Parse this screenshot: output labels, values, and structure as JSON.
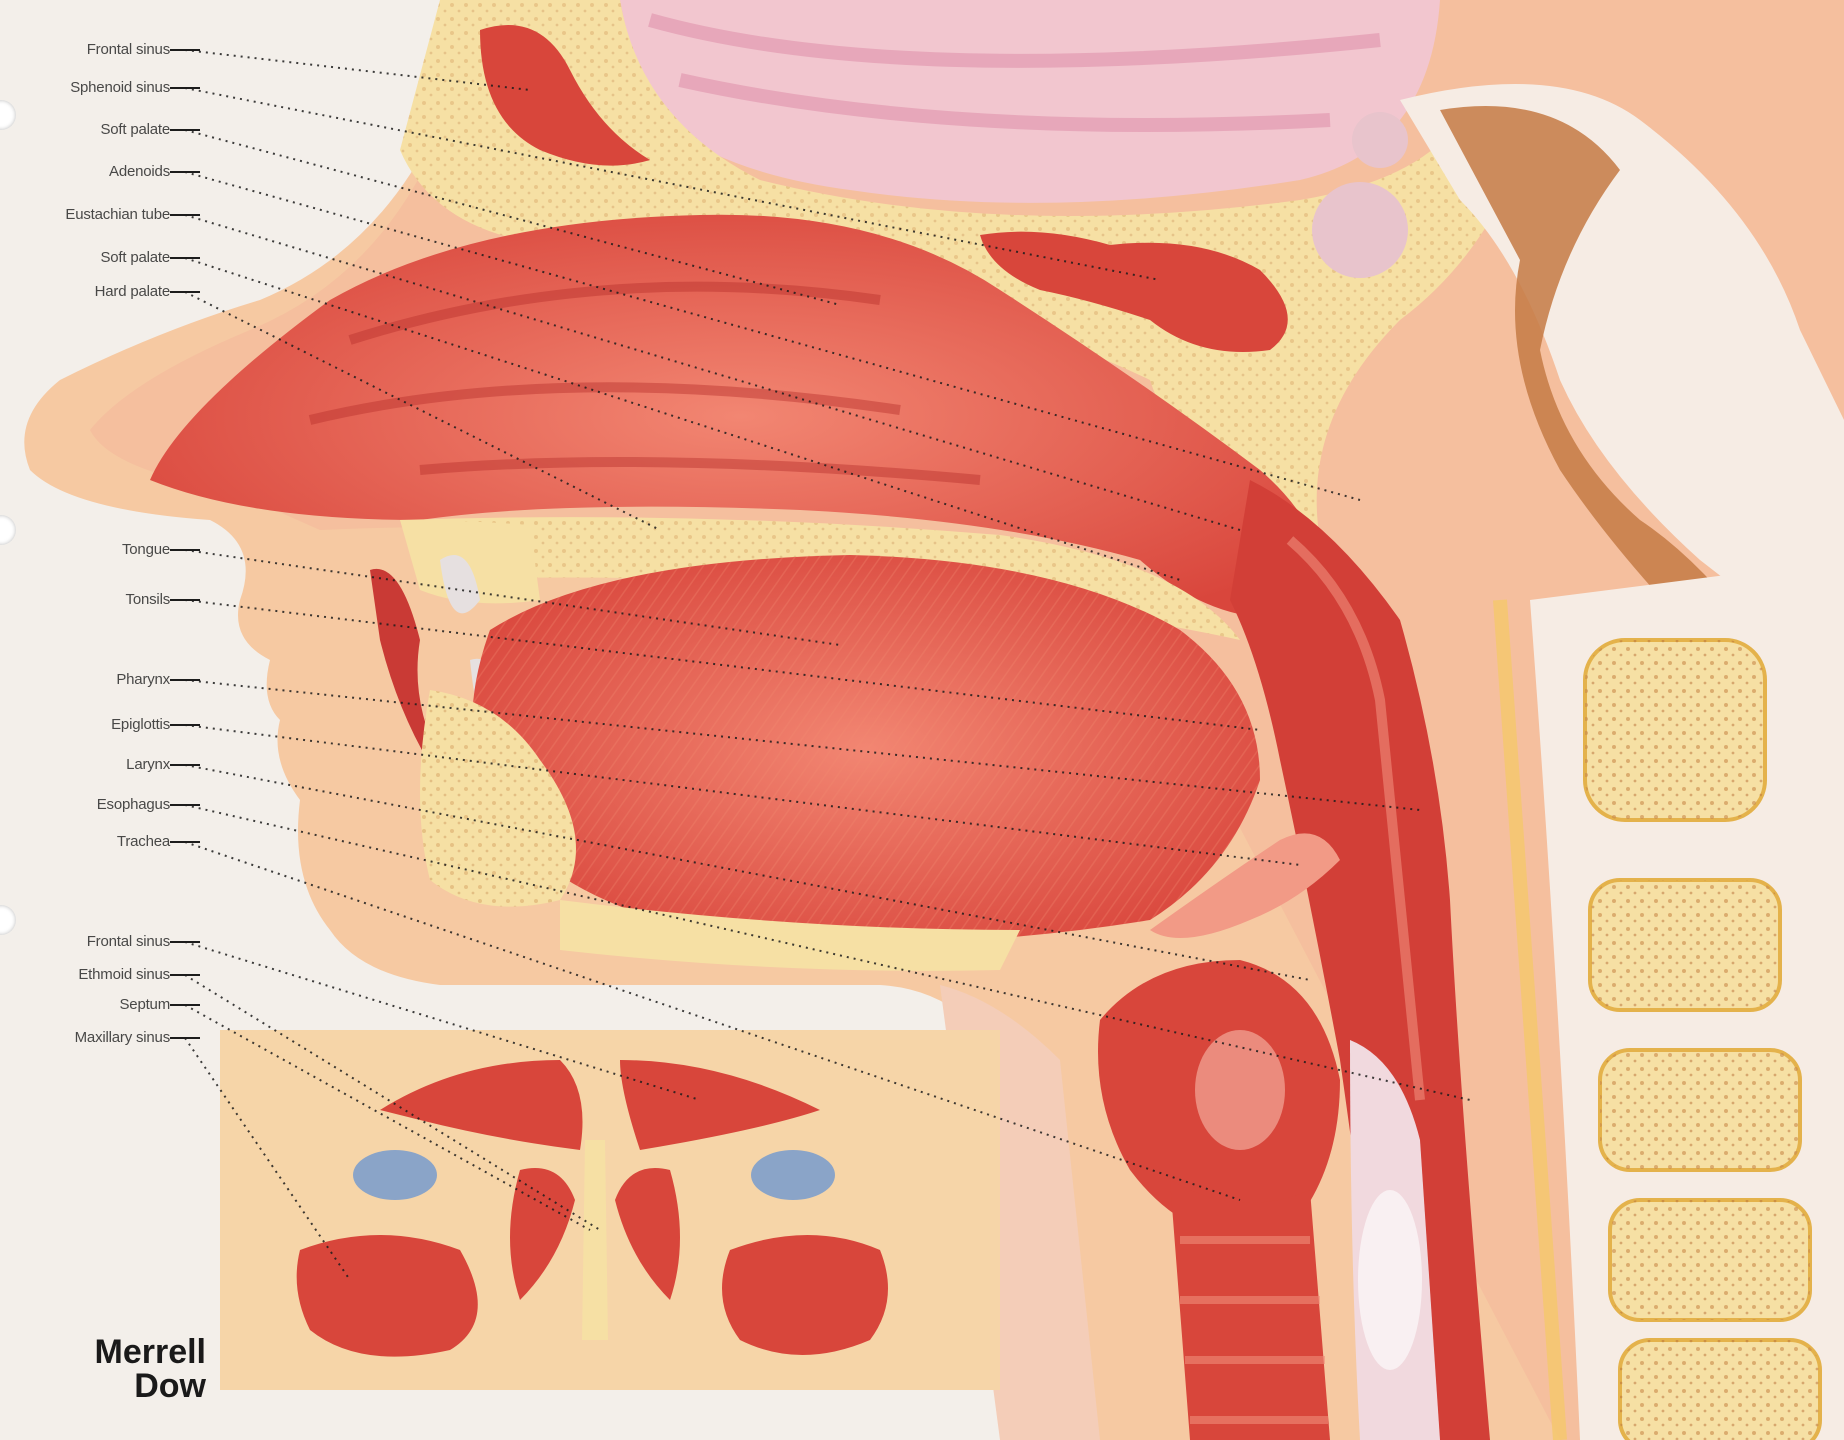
{
  "figure": {
    "background_color": "#f3efea",
    "tissue_color": "#d8504a",
    "bone_color": "#f6e0a4",
    "leader_line_style": "dotted"
  },
  "labels": [
    {
      "id": "frontal-sinus",
      "text": "Frontal sinus",
      "target": "frontal-sinus"
    },
    {
      "id": "sphenoid-sinus",
      "text": "Sphenoid sinus",
      "target": "sphenoid-sinus"
    },
    {
      "id": "soft-palate-top",
      "text": "Soft palate",
      "target": "nasal-cavity"
    },
    {
      "id": "adenoids",
      "text": "Adenoids",
      "target": "adenoids"
    },
    {
      "id": "eustachian-tube",
      "text": "Eustachian tube",
      "target": "eustachian"
    },
    {
      "id": "soft-palate",
      "text": "Soft palate",
      "target": "soft-palate"
    },
    {
      "id": "hard-palate",
      "text": "Hard palate",
      "target": "hard-palate"
    },
    {
      "id": "tongue",
      "text": "Tongue",
      "target": "tongue"
    },
    {
      "id": "tonsils",
      "text": "Tonsils",
      "target": "tonsils"
    },
    {
      "id": "pharynx",
      "text": "Pharynx",
      "target": "pharynx"
    },
    {
      "id": "epiglottis",
      "text": "Epiglottis",
      "target": "epiglottis"
    },
    {
      "id": "larynx",
      "text": "Larynx",
      "target": "larynx"
    },
    {
      "id": "esophagus",
      "text": "Esophagus",
      "target": "esophagus"
    },
    {
      "id": "trachea",
      "text": "Trachea",
      "target": "trachea"
    },
    {
      "id": "frontal-sinus-inset",
      "text": "Frontal sinus",
      "target": "inset-frontal"
    },
    {
      "id": "ethmoid-sinus",
      "text": "Ethmoid sinus",
      "target": "inset-ethmoid"
    },
    {
      "id": "septum",
      "text": "Septum",
      "target": "inset-septum"
    },
    {
      "id": "maxillary-sinus",
      "text": "Maxillary sinus",
      "target": "inset-maxillary"
    }
  ],
  "brand": {
    "line1": "Merrell",
    "line2": "Dow"
  }
}
